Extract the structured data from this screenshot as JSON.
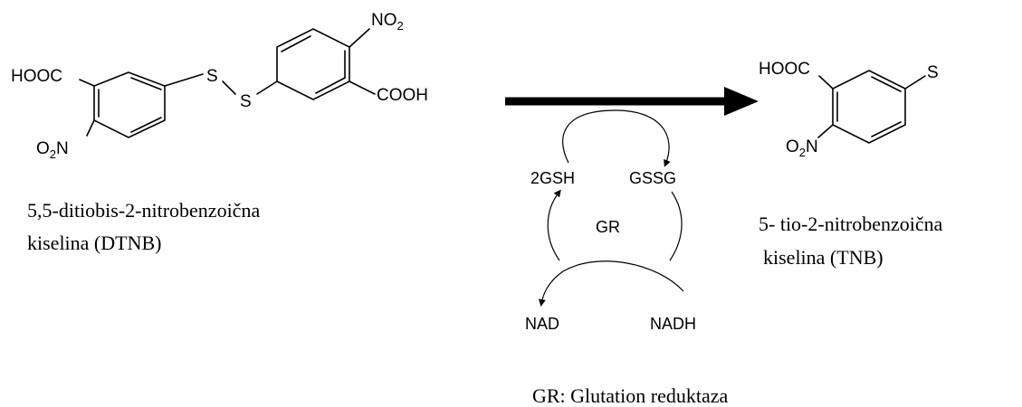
{
  "dtnb": {
    "hooc": "HOOC",
    "s1": "S",
    "s2": "S",
    "no2_top": "NO",
    "no2_top_sub": "2",
    "cooh": "COOH",
    "o2n": "O",
    "o2n_sub": "2",
    "o2n_n": "N",
    "caption_line1": "5,5-ditiobis-2-nitrobenzoična",
    "caption_line2": "kiselina (DTNB)"
  },
  "tnb": {
    "hooc": "HOOC",
    "s": "S",
    "o2n": "O",
    "o2n_sub": "2",
    "o2n_n": "N",
    "caption_line1": "5- tio-2-nitrobenzoična",
    "caption_line2": "kiselina (TNB)"
  },
  "cycle": {
    "gsh": "2GSH",
    "gssg": "GSSG",
    "gr": "GR",
    "nad": "NAD",
    "nadh": "NADH"
  },
  "legend": {
    "text": "GR: Glutation reduktaza"
  }
}
